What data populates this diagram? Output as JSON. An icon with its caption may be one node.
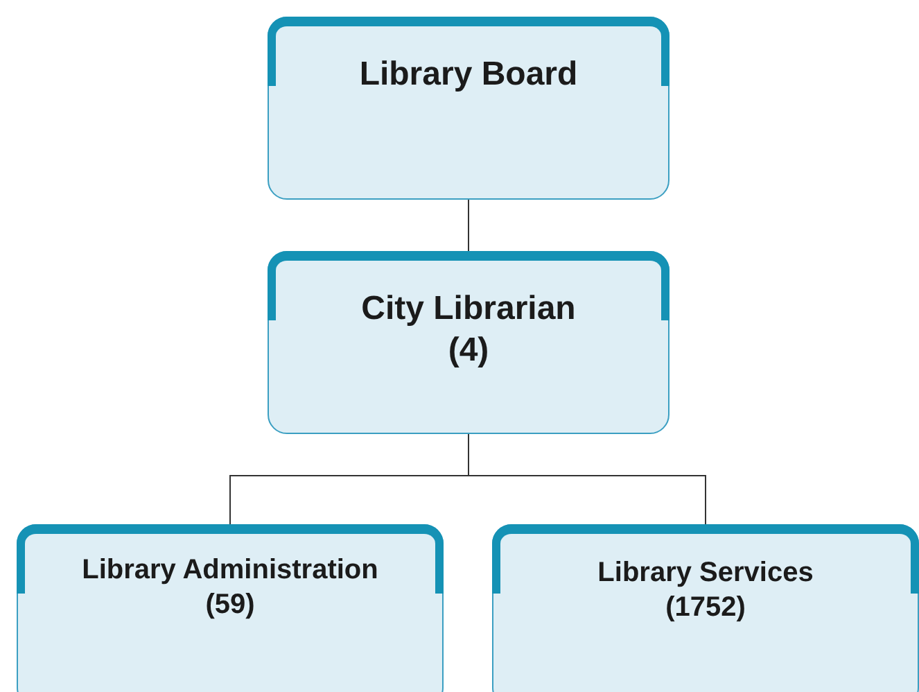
{
  "diagram": {
    "nodes": [
      {
        "text": [
          "Library Board"
        ]
      },
      {
        "text": [
          "City Librarian",
          "(4)"
        ]
      },
      {
        "text": [
          "Library Administration",
          "(59)"
        ]
      },
      {
        "text": [
          "Library Services",
          "(1752)"
        ]
      }
    ],
    "edges": [
      {
        "from": 0,
        "to": 1,
        "arrow": "none"
      },
      {
        "from": 1,
        "to": 2,
        "arrow": "none"
      },
      {
        "from": 1,
        "to": 3,
        "arrow": "none"
      }
    ]
  }
}
